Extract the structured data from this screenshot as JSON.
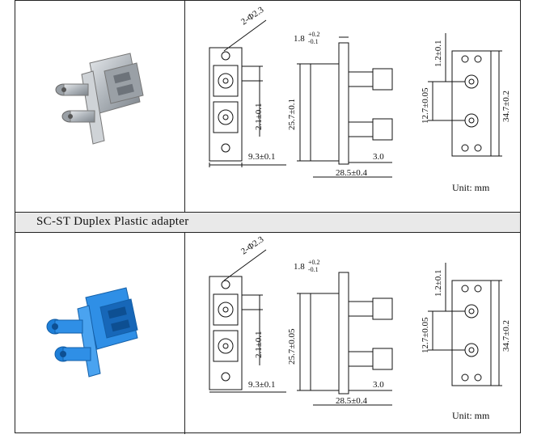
{
  "caption": "SC-ST Duplex Plastic adapter",
  "unit_label": "Unit: mm",
  "dims_top": {
    "hole": "2-Φ2.3",
    "flange_t": "1.8",
    "flange_sup": "+0.2",
    "flange_sub": "-0.1",
    "height": "25.7±0.1",
    "pitch_front": "2.1±0.1",
    "width": "9.3±0.1",
    "tail": "3.0",
    "length": "28.5±0.4",
    "offset": "1.2±0.1",
    "pitch": "12.7±0.05",
    "total": "34.7±0.2"
  },
  "dims_bottom": {
    "hole": "2-Φ2.3",
    "flange_t": "1.8",
    "flange_sup": "+0.2",
    "flange_sub": "-0.1",
    "height": "25.7±0.05",
    "pitch_front": "2.1±0.1",
    "width": "9.3±0.1",
    "tail": "3.0",
    "length": "28.5±0.4",
    "offset": "1.2±0.1",
    "pitch": "12.7±0.05",
    "total": "34.7±0.2"
  },
  "colors": {
    "metal": "#b9bec4",
    "plastic_blue": "#1e7fd8",
    "caption_bg": "#e9e9e9"
  },
  "photos": [
    "metal-sc-st-duplex-adapter",
    "blue-plastic-sc-st-duplex-adapter"
  ]
}
